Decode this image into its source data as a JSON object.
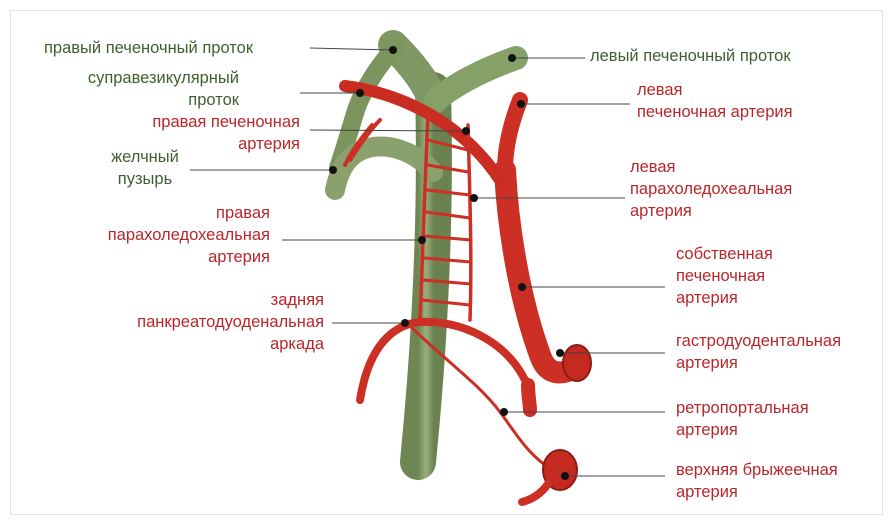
{
  "colors": {
    "duct": "#7e9660",
    "duct_dark": "#5f7845",
    "artery": "#cc2f24",
    "artery_dark": "#9e1e18",
    "duct_text": "#3f5f2f",
    "artery_text": "#b8262b",
    "leader": "#444444"
  },
  "labels": {
    "right_hepatic_duct": "правый печеночный  проток",
    "left_hepatic_duct": "левый печеночный  проток",
    "supravesicular_duct": [
      "суправезикулярный",
      "проток"
    ],
    "right_hepatic_artery": [
      "правая печеночная",
      "артерия"
    ],
    "gallbladder": [
      "желчный",
      "пузырь"
    ],
    "right_paracholedochal_artery": [
      "правая",
      "парахоледохеальная",
      "артерия"
    ],
    "posterior_pancreaticoduodenal_arcade": [
      "задняя",
      "панкреатодуоденальная",
      "аркада"
    ],
    "left_hepatic_artery": [
      "левая",
      "печеночная артерия"
    ],
    "left_paracholedochal_artery": [
      "левая",
      "парахоледохеальная",
      "артерия"
    ],
    "proper_hepatic_artery": [
      "собственная",
      "печеночная",
      "артерия"
    ],
    "gastroduodenal_artery": [
      "гастродуодентальная",
      "артерия"
    ],
    "retroportal_artery": [
      "ретропортальная",
      "артерия"
    ],
    "superior_mesenteric_artery": [
      "верхняя брыжеечная",
      "артерия"
    ]
  }
}
